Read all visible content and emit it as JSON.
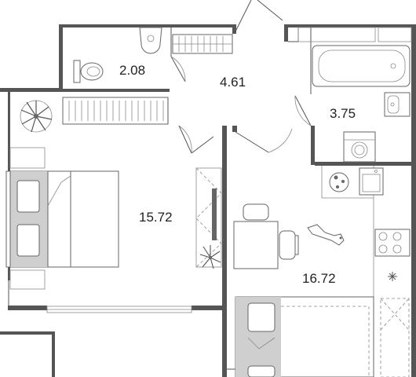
{
  "colors": {
    "wall": "#555555",
    "line": "#8a8a8a",
    "furniture_fill": "#cfcfcf",
    "text": "#222222",
    "background": "#ffffff"
  },
  "rooms": [
    {
      "id": "bathroom",
      "area": "2.08"
    },
    {
      "id": "hallway",
      "area": "4.61"
    },
    {
      "id": "bath-laundry",
      "area": "3.75"
    },
    {
      "id": "bedroom",
      "area": "15.72"
    },
    {
      "id": "kitchen-living",
      "area": "16.72"
    }
  ],
  "icons": [
    "toilet-icon",
    "sink-icon",
    "bathtub-icon",
    "washing-machine-icon",
    "stove-icon",
    "plant-icon",
    "dog-icon",
    "double-bed-icon",
    "dining-table-icon",
    "sofa-icon",
    "wardrobe-icon"
  ]
}
